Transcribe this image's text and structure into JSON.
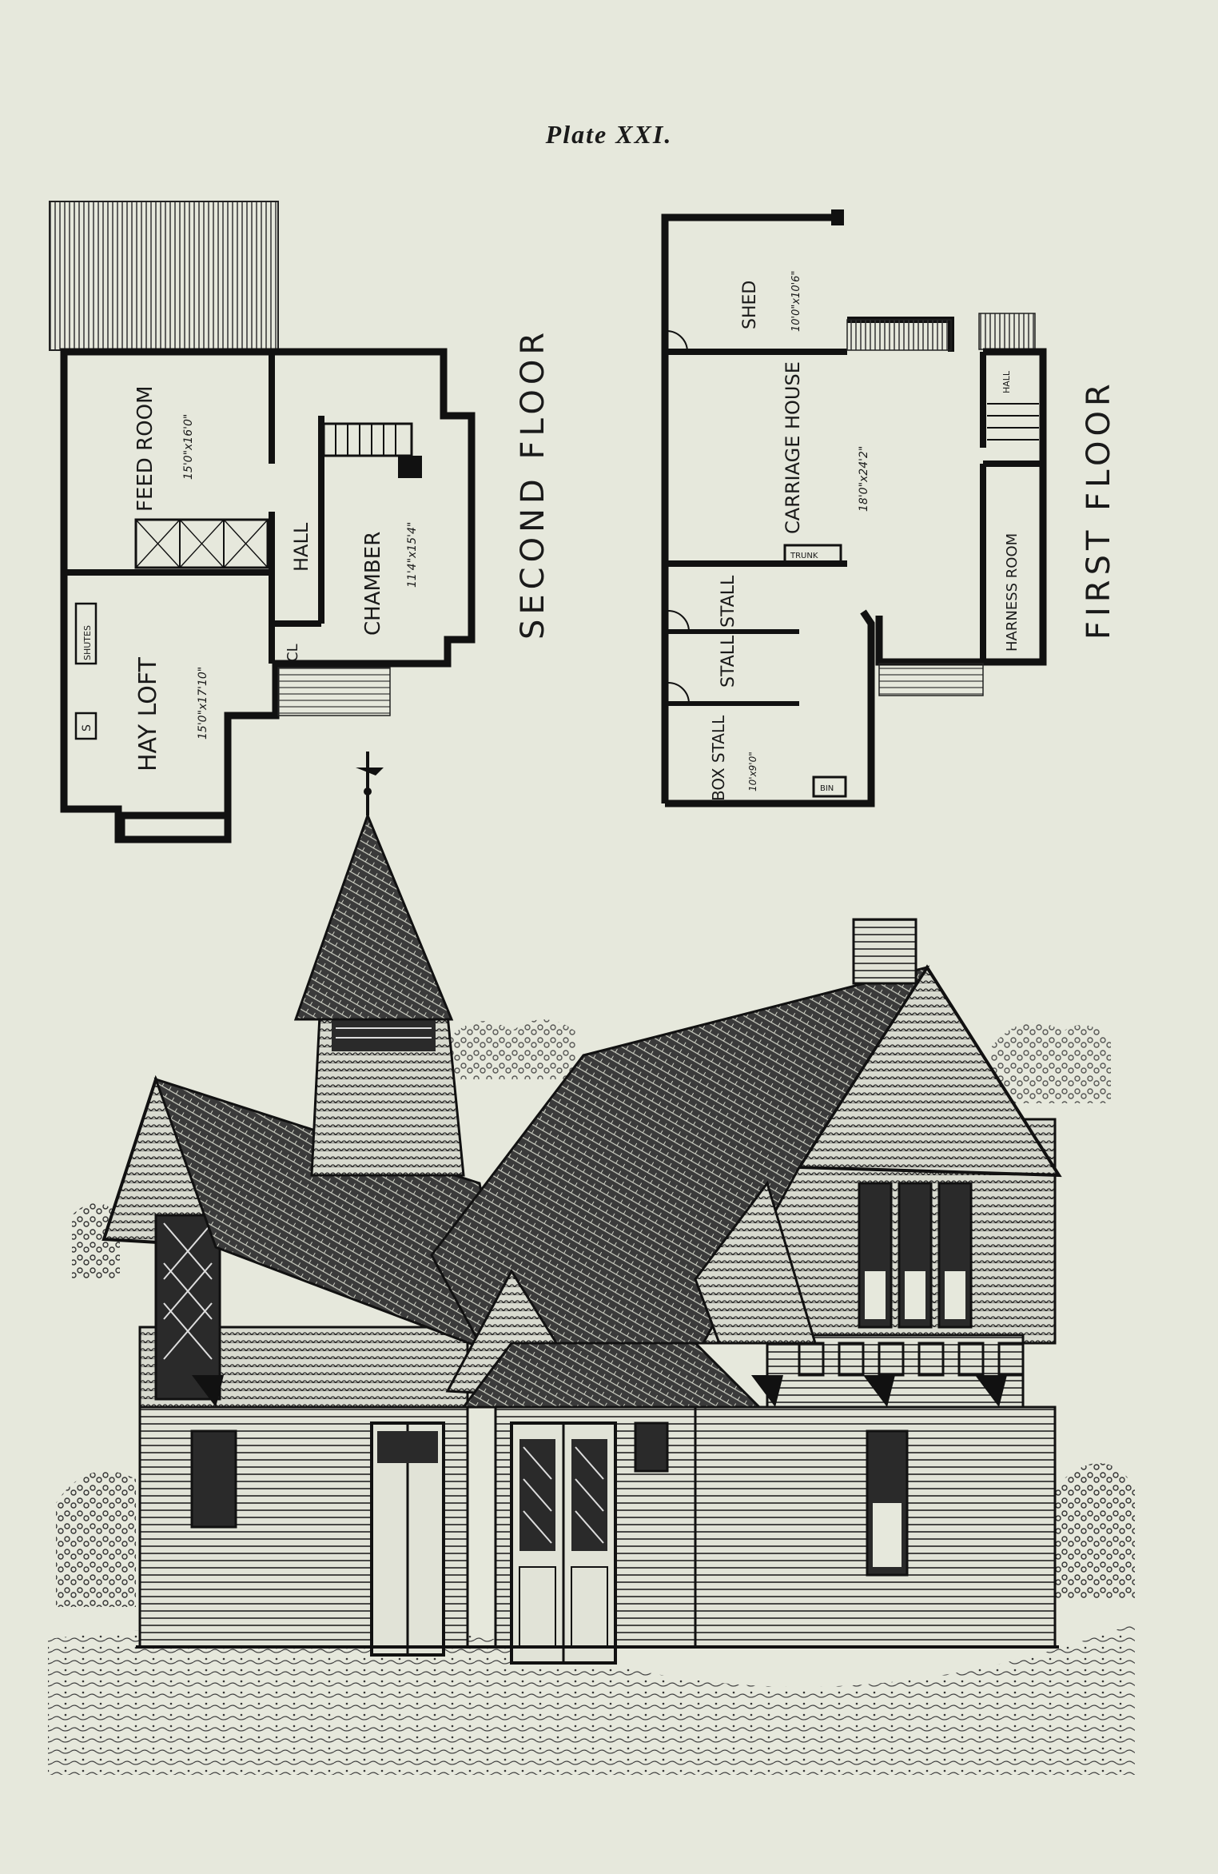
{
  "plate": {
    "title": "Plate XXI."
  },
  "second_floor": {
    "title": "SECOND FLOOR",
    "rooms": {
      "feed_room": {
        "name": "FEED ROOM",
        "dims": "15'0\"x16'0\""
      },
      "hall": {
        "name": "HALL"
      },
      "chamber": {
        "name": "CHAMBER",
        "dims": "11'4\"x15'4\""
      },
      "hay_loft": {
        "name": "HAY LOFT",
        "dims": "15'0\"x17'10\""
      },
      "closet": {
        "name": "CL"
      },
      "shutes": {
        "name": "SHUTES"
      },
      "s_box": {
        "name": "S"
      }
    }
  },
  "first_floor": {
    "title": "FIRST FLOOR",
    "rooms": {
      "shed": {
        "name": "SHED",
        "dims": "10'0\"x10'6\""
      },
      "carriage_house": {
        "name": "CARRIAGE HOUSE",
        "dims": "18'0\"x24'2\""
      },
      "hall": {
        "name": "HALL"
      },
      "harness_room": {
        "name": "HARNESS ROOM"
      },
      "stall_1": {
        "name": "STALL"
      },
      "stall_2": {
        "name": "STALL"
      },
      "box_stall": {
        "name": "BOX STALL",
        "dims": "10'x9'0\""
      },
      "trunk": {
        "name": "TRUNK"
      },
      "feed_bin": {
        "name": "BIN"
      }
    }
  }
}
